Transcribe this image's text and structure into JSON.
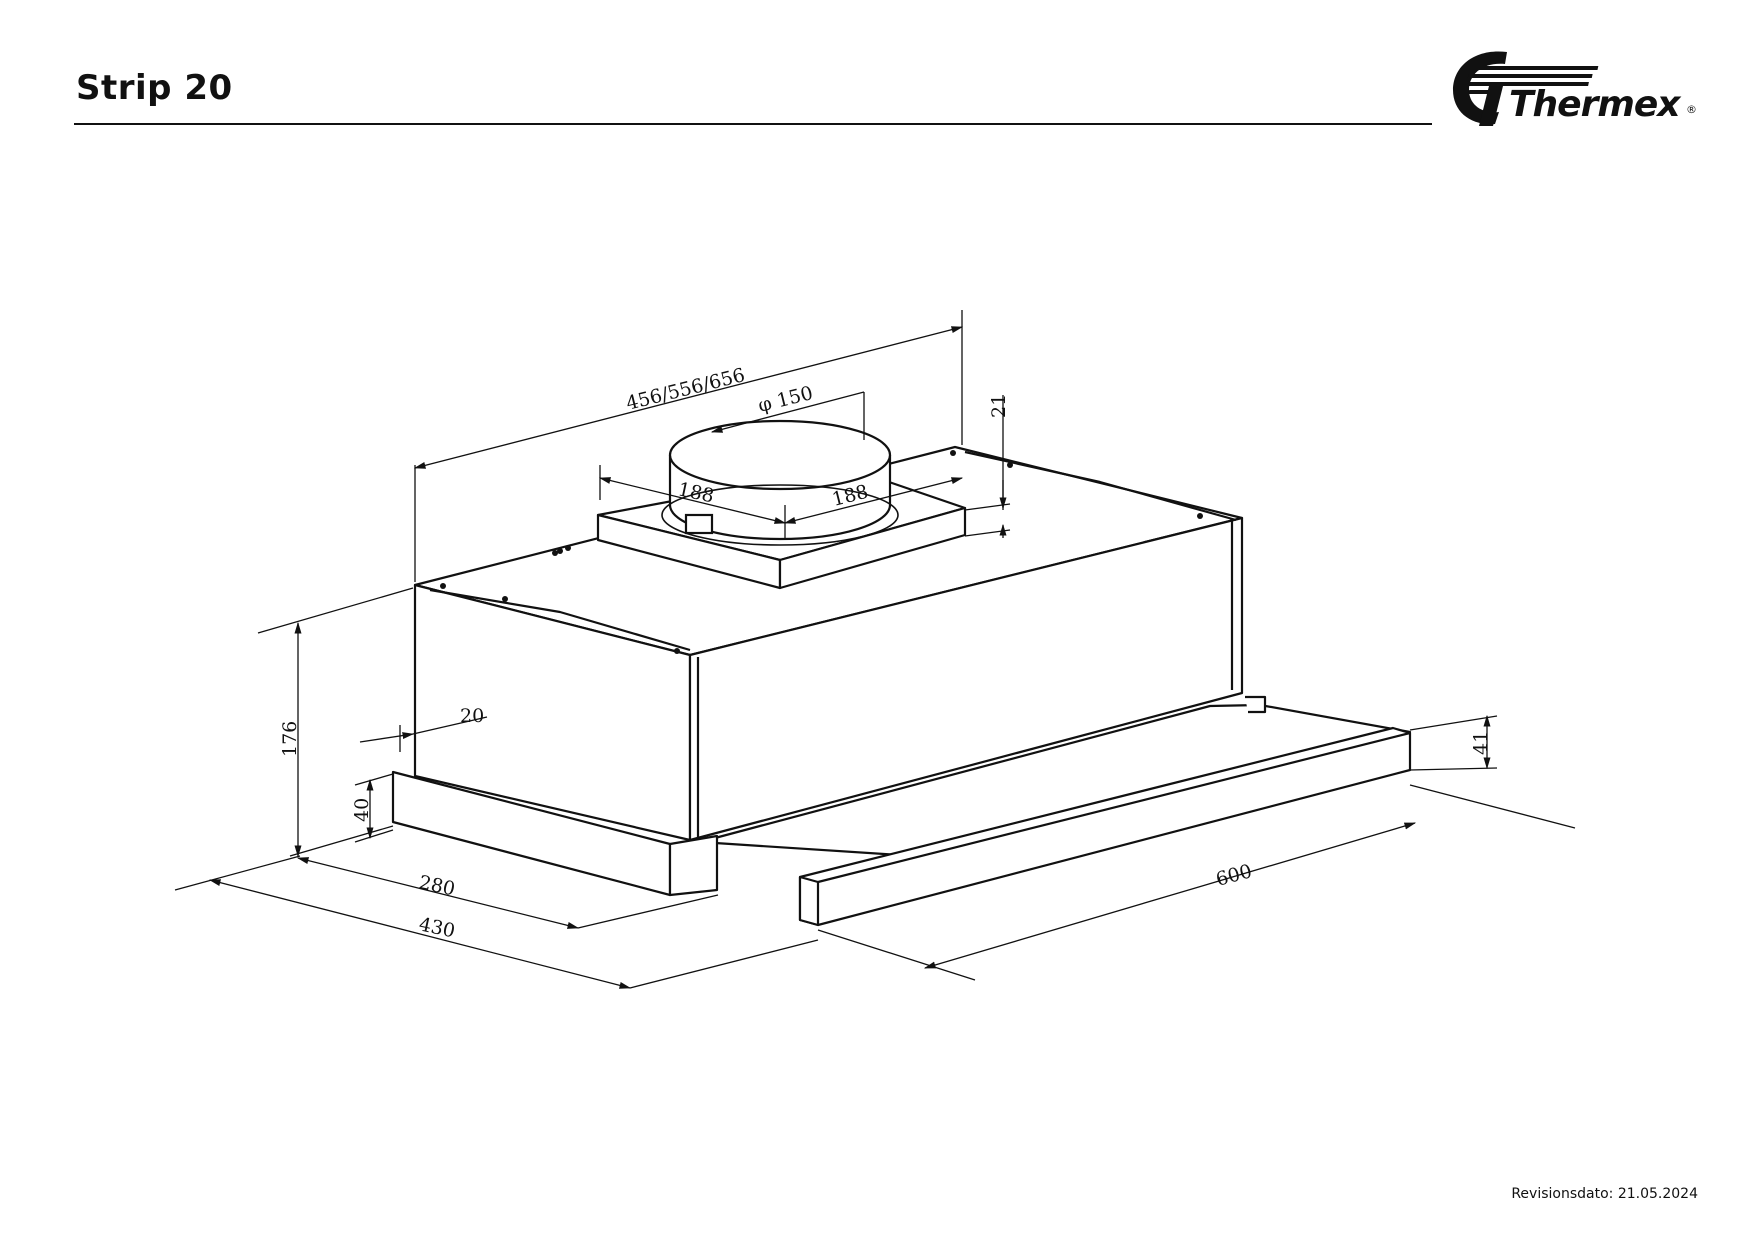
{
  "header": {
    "title": "Strip 20",
    "logo_text": "Thermex",
    "logo_mark": "®"
  },
  "drawing": {
    "dimensions": {
      "length_options": "456/556/656",
      "duct_diameter": "φ 150",
      "offset_left": "188",
      "offset_right": "188",
      "top_offset": "21",
      "height": "176",
      "front_gap": "20",
      "visor_height": "40",
      "depth_closed": "280",
      "depth_open": "430",
      "width": "600",
      "front_panel_height": "41"
    }
  },
  "footer": {
    "revision_label": "Revisionsdato:",
    "revision_date": "21.05.2024"
  },
  "colors": {
    "line": "#111111",
    "background": "#ffffff"
  }
}
